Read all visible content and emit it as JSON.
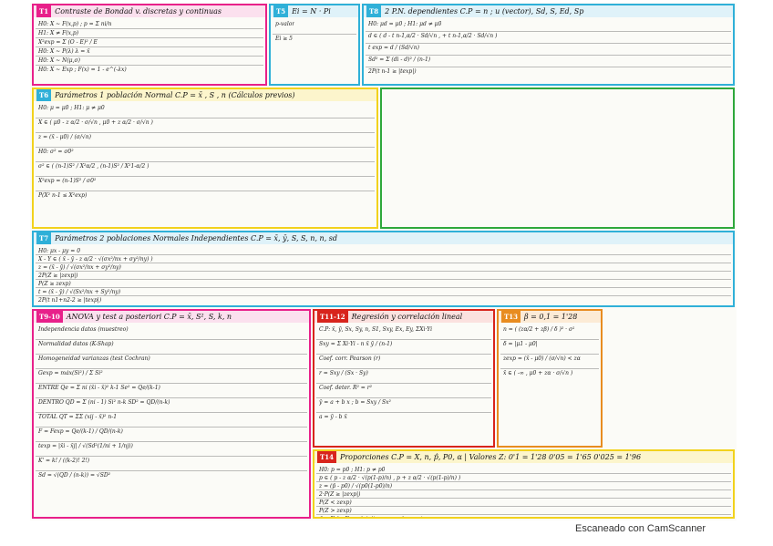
{
  "colors": {
    "magenta": "#e8208a",
    "cyan": "#2fb0d8",
    "yellow": "#f2d21c",
    "green": "#2ea83c",
    "red": "#d8241c",
    "orange": "#e88c20",
    "ink": "#222222"
  },
  "sections": {
    "t1": {
      "tag": "T1",
      "title": "Contraste de Bondad v. discretas y continuas",
      "lines": [
        "H0: X ~ F(x,p) ;  p = Σ ni/n",
        "H1: X ≠ F(x,p)",
        "X²exp = Σ (O - E)² / E",
        "H0: X ~ P(λ)  λ = x̄",
        "H0: X ~ N(μ,σ)",
        "H0: X ~ Exp  ;  F(x) = 1 - e^(-λx)"
      ]
    },
    "t5": {
      "tag": "T5",
      "title": "Ei = N · Pi",
      "lines": [
        "p-valor",
        "Ei ≥ 5"
      ]
    },
    "t8": {
      "tag": "T8",
      "title": "2 P.N. dependientes   C.P = n ; u (vector), Sd, S, Ed, Sp",
      "lines": [
        "H0: μd = μ0 ;  H1: μd ≠ μ0",
        "d ∈ ( d - t n-1,α/2 · Sd/√n , + t n-1,α/2 · Sd/√n )",
        "t exp = d̄ / (Sd/√n)",
        "Sd² = Σ (di - d̄)² / (n-1)",
        "2P(t n-1 ≥ |texp|)"
      ]
    },
    "t6": {
      "tag": "T6",
      "title": "Parámetros 1 población Normal  C.P = x̄ , S , n (Cálculos previos)",
      "lines": [
        "H0: μ = μ0 ;  H1: μ ≠ μ0",
        "X ∈ ( μ0 - z α/2 · σ/√n , μ0 + z α/2 · σ/√n )",
        "z = (x̄ - μ0) / (σ/√n)",
        "H0: σ² = σ0²",
        "σ² ∈ ( (n-1)S² / X²α/2 , (n-1)S² / X²1-α/2 )",
        "X²exp = (n-1)S² / σ0²",
        "P(X² n-1 ≤ X²exp)"
      ]
    },
    "t7": {
      "tag": "T7",
      "title": "Parámetros 2 poblaciones Normales Independientes  C.P = x̄, ȳ, S, S, n, n, sd",
      "lines": [
        "H0: μx - μy = 0",
        "X - Y ∈ ( x̄ - ȳ - z α/2 · √(σx²/nx + σy²/ny) )",
        "z = (x̄ - ȳ) / √(σx²/nx + σy²/ny)",
        "2P(Z ≥ |zexp|)",
        "P(Z ≥ zexp)",
        "t = (x̄ - ȳ) / √(Sx²/nx + Sy²/ny)",
        "2P(t n1+n2-2 ≥ |texp|)"
      ]
    },
    "t9": {
      "tag": "T9-10",
      "title": "ANOVA y test a posteriori  C.P = x̄, S², S, k, n",
      "lines": [
        "Independencia datos (muestreo)",
        "Normalidad datos (K-Shap)",
        "Homogeneidad varianzas (test Cochran)",
        "Gexp = máx(Si²) / Σ Si²",
        "ENTRE   Qe = Σ ni (x̄i - x̄)²   k-1   Se² = Qe/(k-1)",
        "DENTRO  QD = Σ (ni - 1) Si²   n-k   SD² = QD/(n-k)",
        "TOTAL   QT = ΣΣ (xij - x̄)²   n-1",
        "F = Fexp = Qe/(k-1) / QD/(n-k)",
        "texp = |x̄i - x̄j| / √(Sd²(1/ni + 1/nj))",
        "K' = k! / ((k-2)! 2!)",
        "Sd = √(QD / (n-k)) = √SD²"
      ]
    },
    "t11": {
      "tag": "T11-12",
      "title": "Regresión y correlación lineal",
      "lines": [
        "C.P: x̄, ȳ, Sx, Sy, n, S1, Sxy, Ex, Ey, ΣXi·Yi",
        "Sxy = Σ Xi·Yi - n x̄ ȳ / (n-1)",
        "Coef. corr. Pearson (r)",
        "r = Sxy / (Sx · Sy)",
        "Coef. deter. R² = r²",
        "ŷ = a + b x ;  b = Sxy / Sx²",
        "a = ȳ - b x̄"
      ]
    },
    "t13": {
      "tag": "T13",
      "title": "β = 0,1 = 1'28",
      "lines": [
        "n = ( (zα/2 + zβ) / δ )² · σ²",
        "δ = |μ1 - μ0|",
        "zexp = (x̄ - μ0) / (σ/√n) < zα",
        "x̄ ∈ ( -∞ , μ0 + zα · σ/√n )"
      ]
    },
    "t14": {
      "tag": "T14",
      "title": "Proporciones  C.P = X, n, p̂, P0, α  |  Valores Z: 0'1 = 1'28   0'05 = 1'65   0'025 = 1'96",
      "lines": [
        "H0: p = p0 ;  H1: p ≠ p0",
        "p ∈ ( p - z α/2 · √(p(1-p)/n) , p + z α/2 · √(p(1-p)/n) )",
        "z = (p̂ - p0) / √(p0(1-p0)/n)",
        "2·P(Z ≥ |zexp|)",
        "P(Z < zexp)",
        "P(Z > zexp)",
        "p̂ = X / n   X → nº éxitos ; n → nº muestras"
      ]
    }
  },
  "footer": {
    "scanner_label": "Escaneado con CamScanner"
  }
}
